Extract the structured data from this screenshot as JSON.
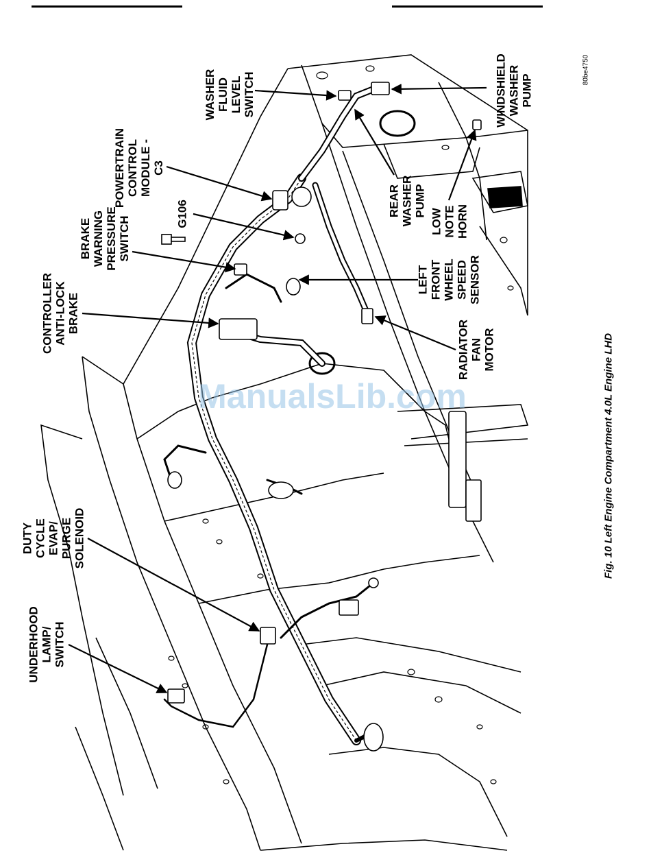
{
  "figure": {
    "caption": "Fig. 10 Left Engine Compartment 4.0L Engine LHD",
    "figure_id": "80be4750"
  },
  "watermark": "ManualsLib.com",
  "labels": {
    "washer_fluid_level_switch": "WASHER\nFLUID\nLEVEL\nSWITCH",
    "windshield_washer_pump": "WINDSHIELD\nWASHER\nPUMP",
    "powertrain_control_module": "POWERTRAIN\nCONTROL\nMODULE -\nC3",
    "g106": "G106",
    "rear_washer_pump": "REAR\nWASHER\nPUMP",
    "low_note_horn": "LOW\nNOTE\nHORN",
    "brake_warning_pressure_switch": "BRAKE\nWARNING\nPRESSURE\nSWITCH",
    "left_front_wheel_speed_sensor": "LEFT\nFRONT\nWHEEL\nSPEED\nSENSOR",
    "controller_anti_lock_brake": "CONTROLLER\nANTI-LOCK\nBRAKE",
    "radiator_fan_motor": "RADIATOR\nFAN\nMOTOR",
    "duty_cycle_evap_purge_solenoid": "DUTY\nCYCLE\nEVAP/\nPURGE\nSOLENOID",
    "underhood_lamp_switch": "UNDERHOOD\nLAMP/\nSWITCH"
  }
}
